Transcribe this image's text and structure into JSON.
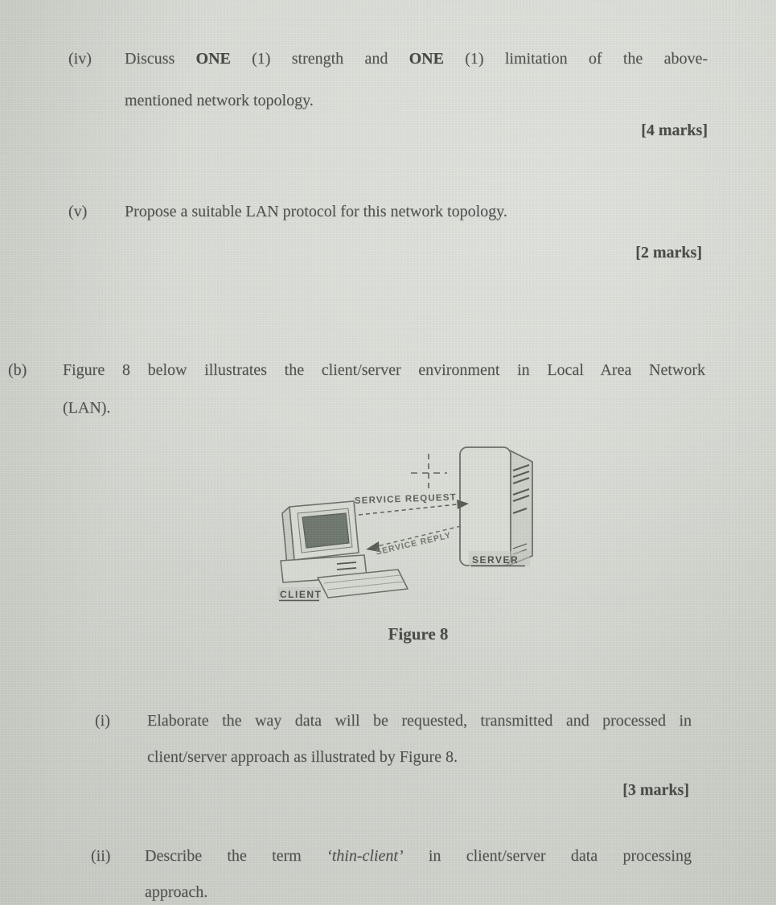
{
  "questions": {
    "iv": {
      "num": "(iv)",
      "seg1": "Discuss ",
      "seg2": "ONE",
      "seg3": " (1) strength and ",
      "seg4": "ONE",
      "seg5": " (1) limitation of the above-",
      "line2": "mentioned network topology.",
      "marks": "[4 marks]"
    },
    "v": {
      "num": "(v)",
      "line1": "Propose a suitable LAN protocol for this network topology.",
      "marks": "[2 marks]"
    },
    "b": {
      "num": "(b)",
      "line1": "Figure 8 below illustrates the client/server environment in Local Area Network",
      "line2": "(LAN)."
    },
    "i": {
      "num": "(i)",
      "line1": "Elaborate the way data will be requested, transmitted and processed in",
      "line2": "client/server approach as illustrated by Figure 8.",
      "marks": "[3 marks]"
    },
    "ii": {
      "num": "(ii)",
      "seg1": "Describe the term ",
      "seg2": "‘thin-client’",
      "seg3": " in client/server data processing",
      "line2": "approach."
    }
  },
  "figure": {
    "service_request": "SERVICE REQUEST",
    "service_reply": "SERVICE REPLY",
    "server": "SERVER",
    "client": "CLIENT",
    "caption": "Figure 8"
  },
  "colors": {
    "paper": "#d5d8d1",
    "ink": "#4d514e"
  }
}
